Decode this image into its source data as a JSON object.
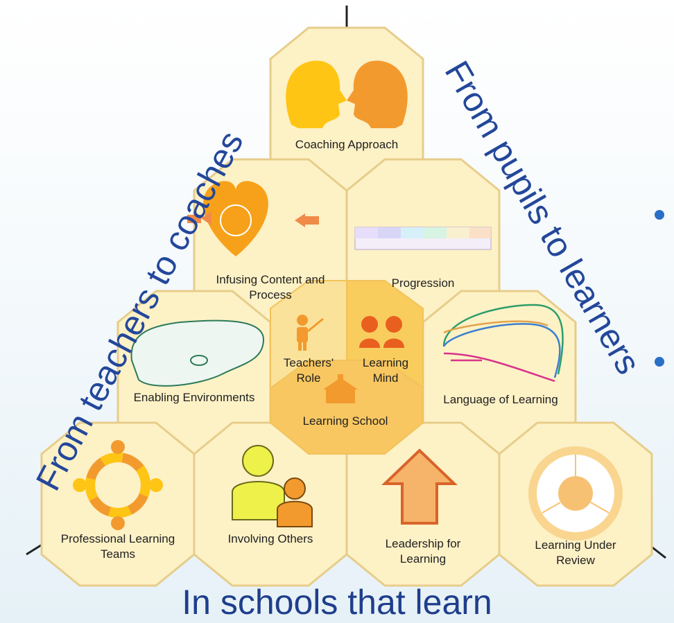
{
  "left_side_title": "From teachers to coaches",
  "right_side_title": "From pupils to learners",
  "bottom_title": "In schools that learn",
  "hexagons": {
    "coaching_approach": "Coaching Approach",
    "infusing": "Infusing Content and\nProcess",
    "progression": "Progression",
    "enabling": "Enabling Environments",
    "teachers_role": "Teachers'\nRole",
    "learning_mind": "Learning\nMind",
    "learning_school": "Learning School",
    "language": "Language of Learning",
    "plt": "Professional Learning\nTeams",
    "involving": "Involving Others",
    "leadership": "Leadership for\nLearning",
    "review": "Learning Under\nReview"
  },
  "colors": {
    "hex_fill": "#fdf1c6",
    "hex_stroke": "#e7cd8a",
    "center_fill": "#f9cf6a",
    "side_text": "#23479a",
    "orange": "#f39a2e",
    "yellow": "#ffc515"
  },
  "icons": [
    "heads-icon",
    "heart-icon",
    "progression-table-icon",
    "map-icon",
    "teacher-icon",
    "children-icon",
    "school-icon",
    "curves-icon",
    "ring-of-people-icon",
    "people-icon",
    "house-arrow-icon",
    "review-wheel-icon"
  ]
}
